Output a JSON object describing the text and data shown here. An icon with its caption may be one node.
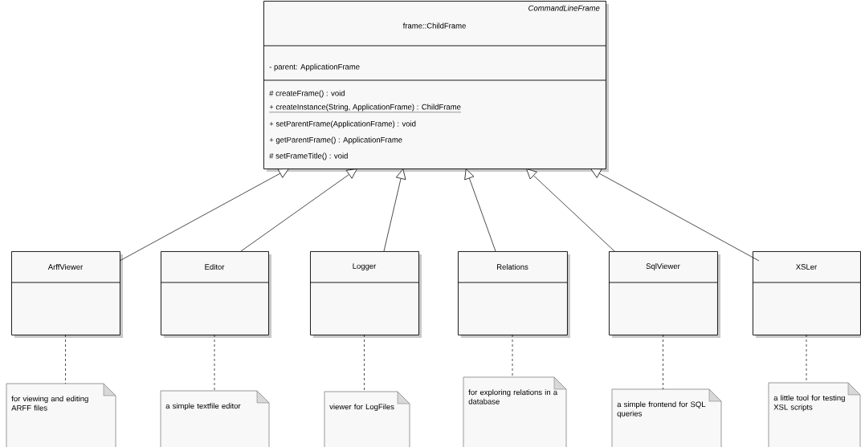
{
  "diagram": {
    "nodes": [
      {
        "text": [
          "CommandLineFrame",
          "frame::ChildFrame",
          "- parent: ApplicationFrame",
          "# createFrame() : void",
          "+ createInstance(String, ApplicationFrame) : ChildFrame",
          "+ setParentFrame(ApplicationFrame) : void",
          "+ getParentFrame() : ApplicationFrame",
          "# setFrameTitle() : void"
        ]
      },
      {
        "text": [
          "ArffViewer"
        ]
      },
      {
        "text": [
          "Editor"
        ]
      },
      {
        "text": [
          "Logger"
        ]
      },
      {
        "text": [
          "Relations"
        ]
      },
      {
        "text": [
          "SqlViewer"
        ]
      },
      {
        "text": [
          "XSLer"
        ]
      },
      {
        "text": [
          "for viewing and editing ARFF files"
        ]
      },
      {
        "text": [
          "a simple textfile editor"
        ]
      },
      {
        "text": [
          "viewer for LogFiles"
        ]
      },
      {
        "text": [
          "for exploring relations in a database"
        ]
      },
      {
        "text": [
          "a simple frontend for SQL queries"
        ]
      },
      {
        "text": [
          "a little tool for testing XSL scripts"
        ]
      }
    ],
    "edges": [
      {
        "from": 1,
        "to": 0,
        "arrow": "to"
      },
      {
        "from": 2,
        "to": 0,
        "arrow": "to"
      },
      {
        "from": 3,
        "to": 0,
        "arrow": "to"
      },
      {
        "from": 4,
        "to": 0,
        "arrow": "to"
      },
      {
        "from": 5,
        "to": 0,
        "arrow": "to"
      },
      {
        "from": 6,
        "to": 0,
        "arrow": "to"
      },
      {
        "from": 1,
        "to": 7,
        "arrow": "none",
        "style": "dashed"
      },
      {
        "from": 2,
        "to": 8,
        "arrow": "none",
        "style": "dashed"
      },
      {
        "from": 3,
        "to": 9,
        "arrow": "none",
        "style": "dashed"
      },
      {
        "from": 4,
        "to": 10,
        "arrow": "none",
        "style": "dashed"
      },
      {
        "from": 5,
        "to": 11,
        "arrow": "none",
        "style": "dashed"
      },
      {
        "from": 6,
        "to": 12,
        "arrow": "none",
        "style": "dashed"
      }
    ]
  }
}
